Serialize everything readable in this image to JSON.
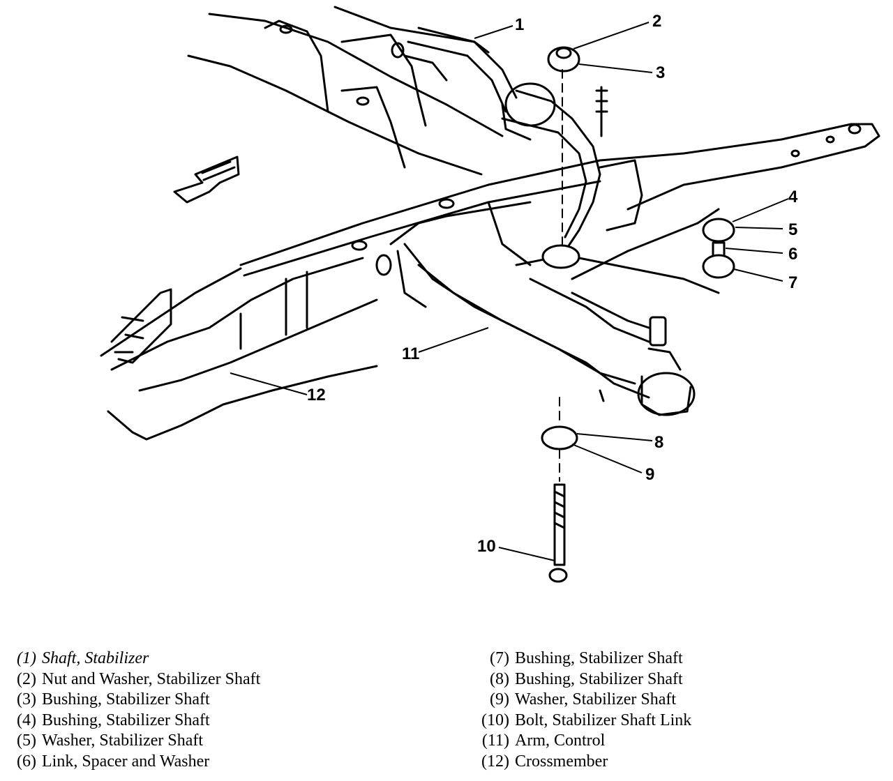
{
  "callouts": [
    "1",
    "2",
    "3",
    "4",
    "5",
    "6",
    "7",
    "8",
    "9",
    "10",
    "11",
    "12"
  ],
  "legend": {
    "left": [
      {
        "num": "(1)",
        "label": "Shaft, Stabilizer"
      },
      {
        "num": "(2)",
        "label": "Nut and Washer, Stabilizer Shaft"
      },
      {
        "num": "(3)",
        "label": "Bushing, Stabilizer Shaft"
      },
      {
        "num": "(4)",
        "label": "Bushing, Stabilizer Shaft"
      },
      {
        "num": "(5)",
        "label": "Washer, Stabilizer Shaft"
      },
      {
        "num": "(6)",
        "label": "Link, Spacer and Washer"
      }
    ],
    "right": [
      {
        "num": "(7)",
        "label": "Bushing, Stabilizer Shaft"
      },
      {
        "num": "(8)",
        "label": "Bushing, Stabilizer Shaft"
      },
      {
        "num": "(9)",
        "label": "Washer, Stabilizer Shaft"
      },
      {
        "num": "(10)",
        "label": "Bolt, Stabilizer Shaft Link"
      },
      {
        "num": "(11)",
        "label": "Arm, Control"
      },
      {
        "num": "(12)",
        "label": "Crossmember"
      }
    ]
  }
}
